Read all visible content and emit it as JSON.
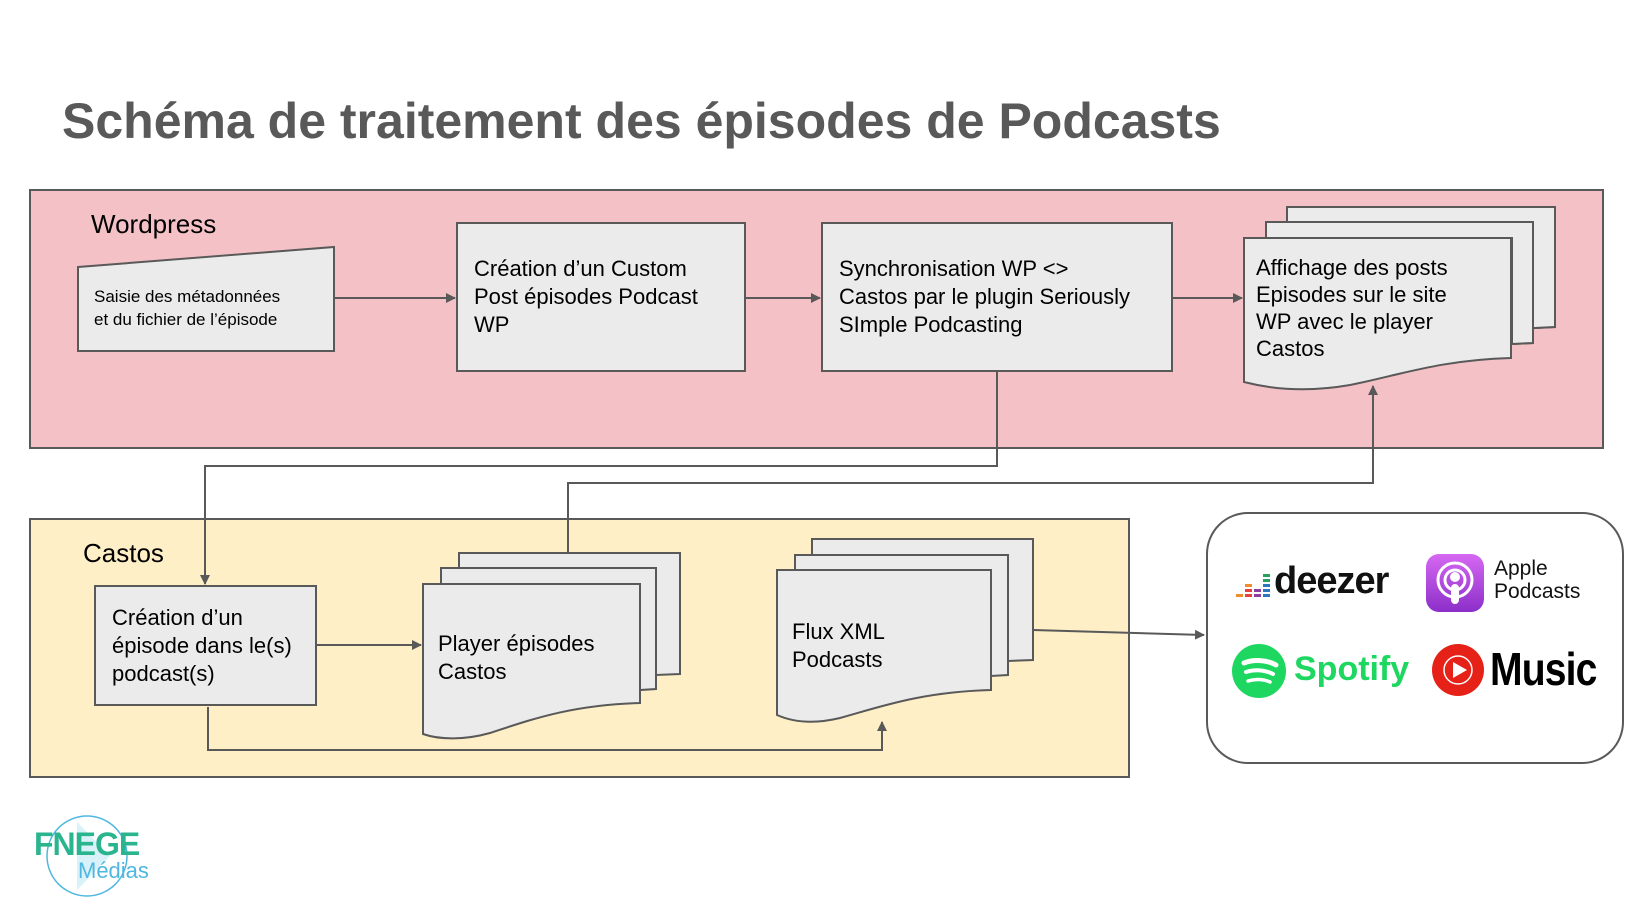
{
  "title": "Schéma de traitement des épisodes de Podcasts",
  "lanes": {
    "wordpress": {
      "label": "Wordpress",
      "steps": {
        "input": [
          "Saisie des métadonnées",
          "et du fichier de l’épisode"
        ],
        "custom_post": [
          "Création d’un Custom",
          "Post épisodes Podcast",
          "WP"
        ],
        "sync": [
          "Synchronisation WP <>",
          "Castos par le plugin Seriously",
          "SImple Podcasting"
        ],
        "display": [
          "Affichage des posts",
          "Episodes sur le site",
          "WP avec le player",
          "Castos"
        ]
      }
    },
    "castos": {
      "label": "Castos",
      "steps": {
        "create_episode": [
          "Création d’un",
          "épisode dans le(s)",
          "podcast(s)"
        ],
        "player": [
          "Player épisodes",
          "Castos"
        ],
        "xml_feed": [
          "Flux XML",
          "Podcasts"
        ]
      }
    }
  },
  "platforms": {
    "deezer": "deezer",
    "apple_podcasts": [
      "Apple",
      "Podcasts"
    ],
    "spotify": "Spotify",
    "youtube_music": "Music"
  },
  "logo": {
    "line1": "FNEGE",
    "line2": "Médias"
  },
  "colors": {
    "wordpress_lane": "#f4c2c6",
    "castos_lane": "#feefc7",
    "box_fill": "#ebebeb",
    "stroke": "#595959",
    "title": "#595959",
    "spotify": "#1ed760",
    "apple_podcasts": "#a040d8",
    "youtube_music": "#e62117",
    "fnege_green": "#2bb58f",
    "fnege_blue": "#4fb7e0"
  }
}
